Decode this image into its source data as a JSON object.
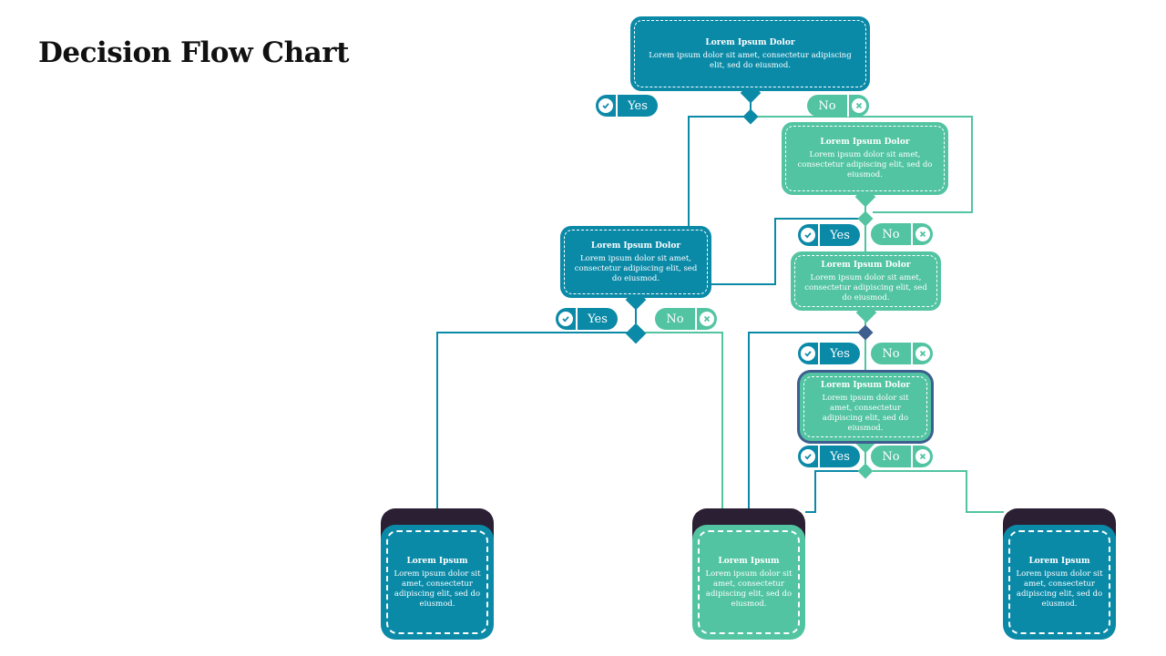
{
  "title": "Decision Flow Chart",
  "colors": {
    "blue": "#0b8aa8",
    "green": "#52c4a1",
    "navy": "#3d5f8f",
    "cap": "#2b1f33"
  },
  "nodes": {
    "root": {
      "title": "Lorem Ipsum Dolor",
      "text": "Lorem ipsum dolor sit amet, consectetur adipiscing elit, sed do eiusmod."
    },
    "right1": {
      "title": "Lorem Ipsum Dolor",
      "text": "Lorem ipsum dolor sit amet, consectetur adipiscing elit, sed do eiusmod."
    },
    "left1": {
      "title": "Lorem Ipsum Dolor",
      "text": "Lorem ipsum dolor sit amet, consectetur adipiscing elit, sed do eiusmod."
    },
    "right2": {
      "title": "Lorem Ipsum Dolor",
      "text": "Lorem ipsum dolor sit amet, consectetur adipiscing elit, sed do eiusmod."
    },
    "right3": {
      "title": "Lorem Ipsum Dolor",
      "text": "Lorem ipsum dolor sit amet, consectetur adipiscing elit, sed do eiusmod."
    }
  },
  "endpoints": [
    {
      "title": "Lorem Ipsum",
      "text": "Lorem ipsum dolor sit amet, consectetur adipiscing elit, sed do eiusmod."
    },
    {
      "title": "Lorem Ipsum",
      "text": "Lorem ipsum dolor sit amet, consectetur adipiscing elit, sed do eiusmod."
    },
    {
      "title": "Lorem Ipsum",
      "text": "Lorem ipsum dolor sit amet, consectetur adipiscing elit, sed do eiusmod."
    }
  ],
  "labels": {
    "yes": "Yes",
    "no": "No"
  },
  "icons": {
    "yes": "check-icon",
    "no": "x-icon"
  }
}
